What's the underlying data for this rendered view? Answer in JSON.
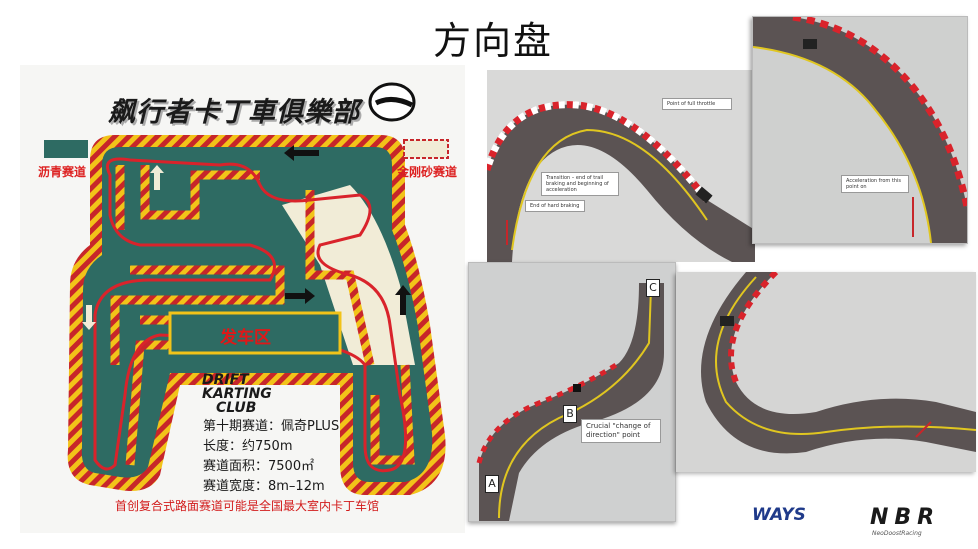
{
  "slide": {
    "title": "方向盘"
  },
  "track_map": {
    "club_title": "飙行者卡丁車俱樂部",
    "legend_left": "沥青赛道",
    "legend_right": "金刚砂赛道",
    "start_area": "发车区",
    "drift_logo_line1": "DRIFT",
    "drift_logo_line2": "KARTING",
    "drift_logo_line3": "CLUB",
    "info": [
      "第十期赛道：佩奇PLUS",
      "长度：约750m",
      "赛道面积：7500㎡",
      "赛道宽度：8m–12m"
    ],
    "footnote": "首创复合式路面赛道可能是全国最大室内卡丁车馆"
  },
  "photo_1": {
    "callouts": [
      "Point of full throttle",
      "Transition – end of trail braking and beginning of acceleration",
      "End of hard braking"
    ]
  },
  "photo_2": {
    "callout": "Acceleration from this point on"
  },
  "photo_3": {
    "points": [
      "A",
      "B",
      "C"
    ],
    "callout": "Crucial \"change of direction\" point"
  },
  "brands": {
    "ways": "WAYS",
    "nbr": "NBR",
    "nbr_sub": "NeoDoostRacing"
  },
  "colors": {
    "track_green": "#2e6b63",
    "curb_red": "#d9232b",
    "curb_white": "#ffffff",
    "racing_line": "#f0d020",
    "asphalt": "#5b5353"
  }
}
